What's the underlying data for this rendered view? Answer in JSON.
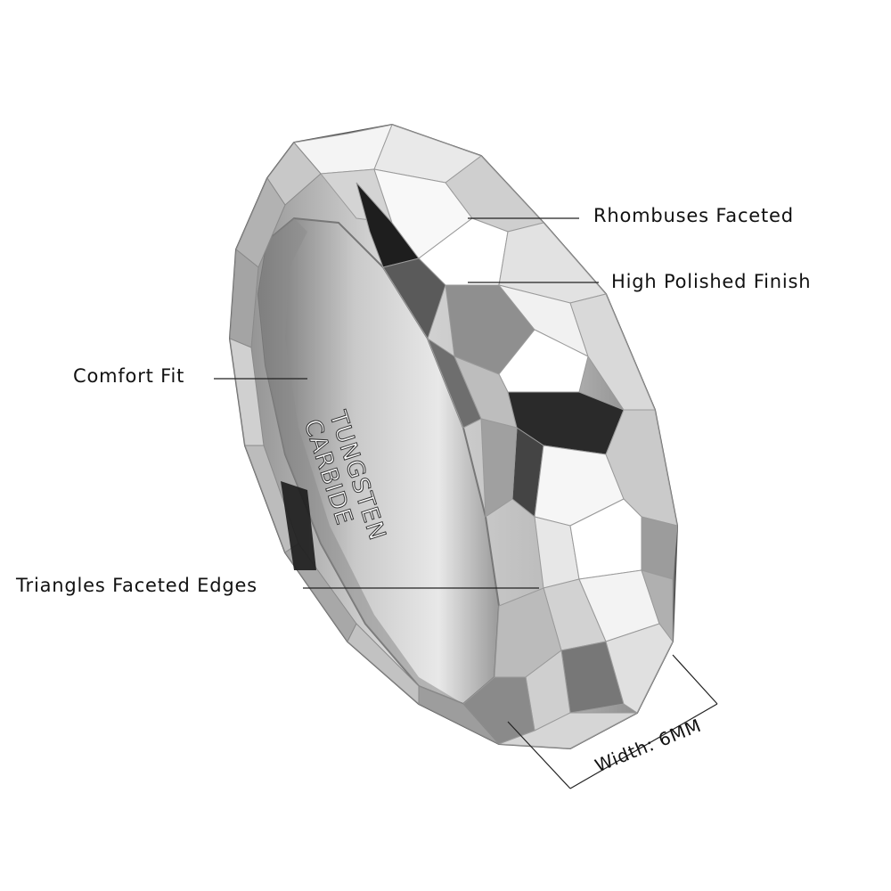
{
  "labels": {
    "rhombuses": "Rhombuses Faceted",
    "polished": "High Polished Finish",
    "comfort": "Comfort Fit",
    "triangles": "Triangles Faceted Edges",
    "width": "Width: 6MM"
  },
  "engraving": {
    "line1": "TUNGSTEN",
    "line2": "CARBIDE"
  },
  "colors": {
    "background": "#ffffff",
    "metal_light": "#f2f2f2",
    "metal_mid": "#a9a9a9",
    "metal_dark": "#2b2b2b",
    "line": "#222222"
  }
}
